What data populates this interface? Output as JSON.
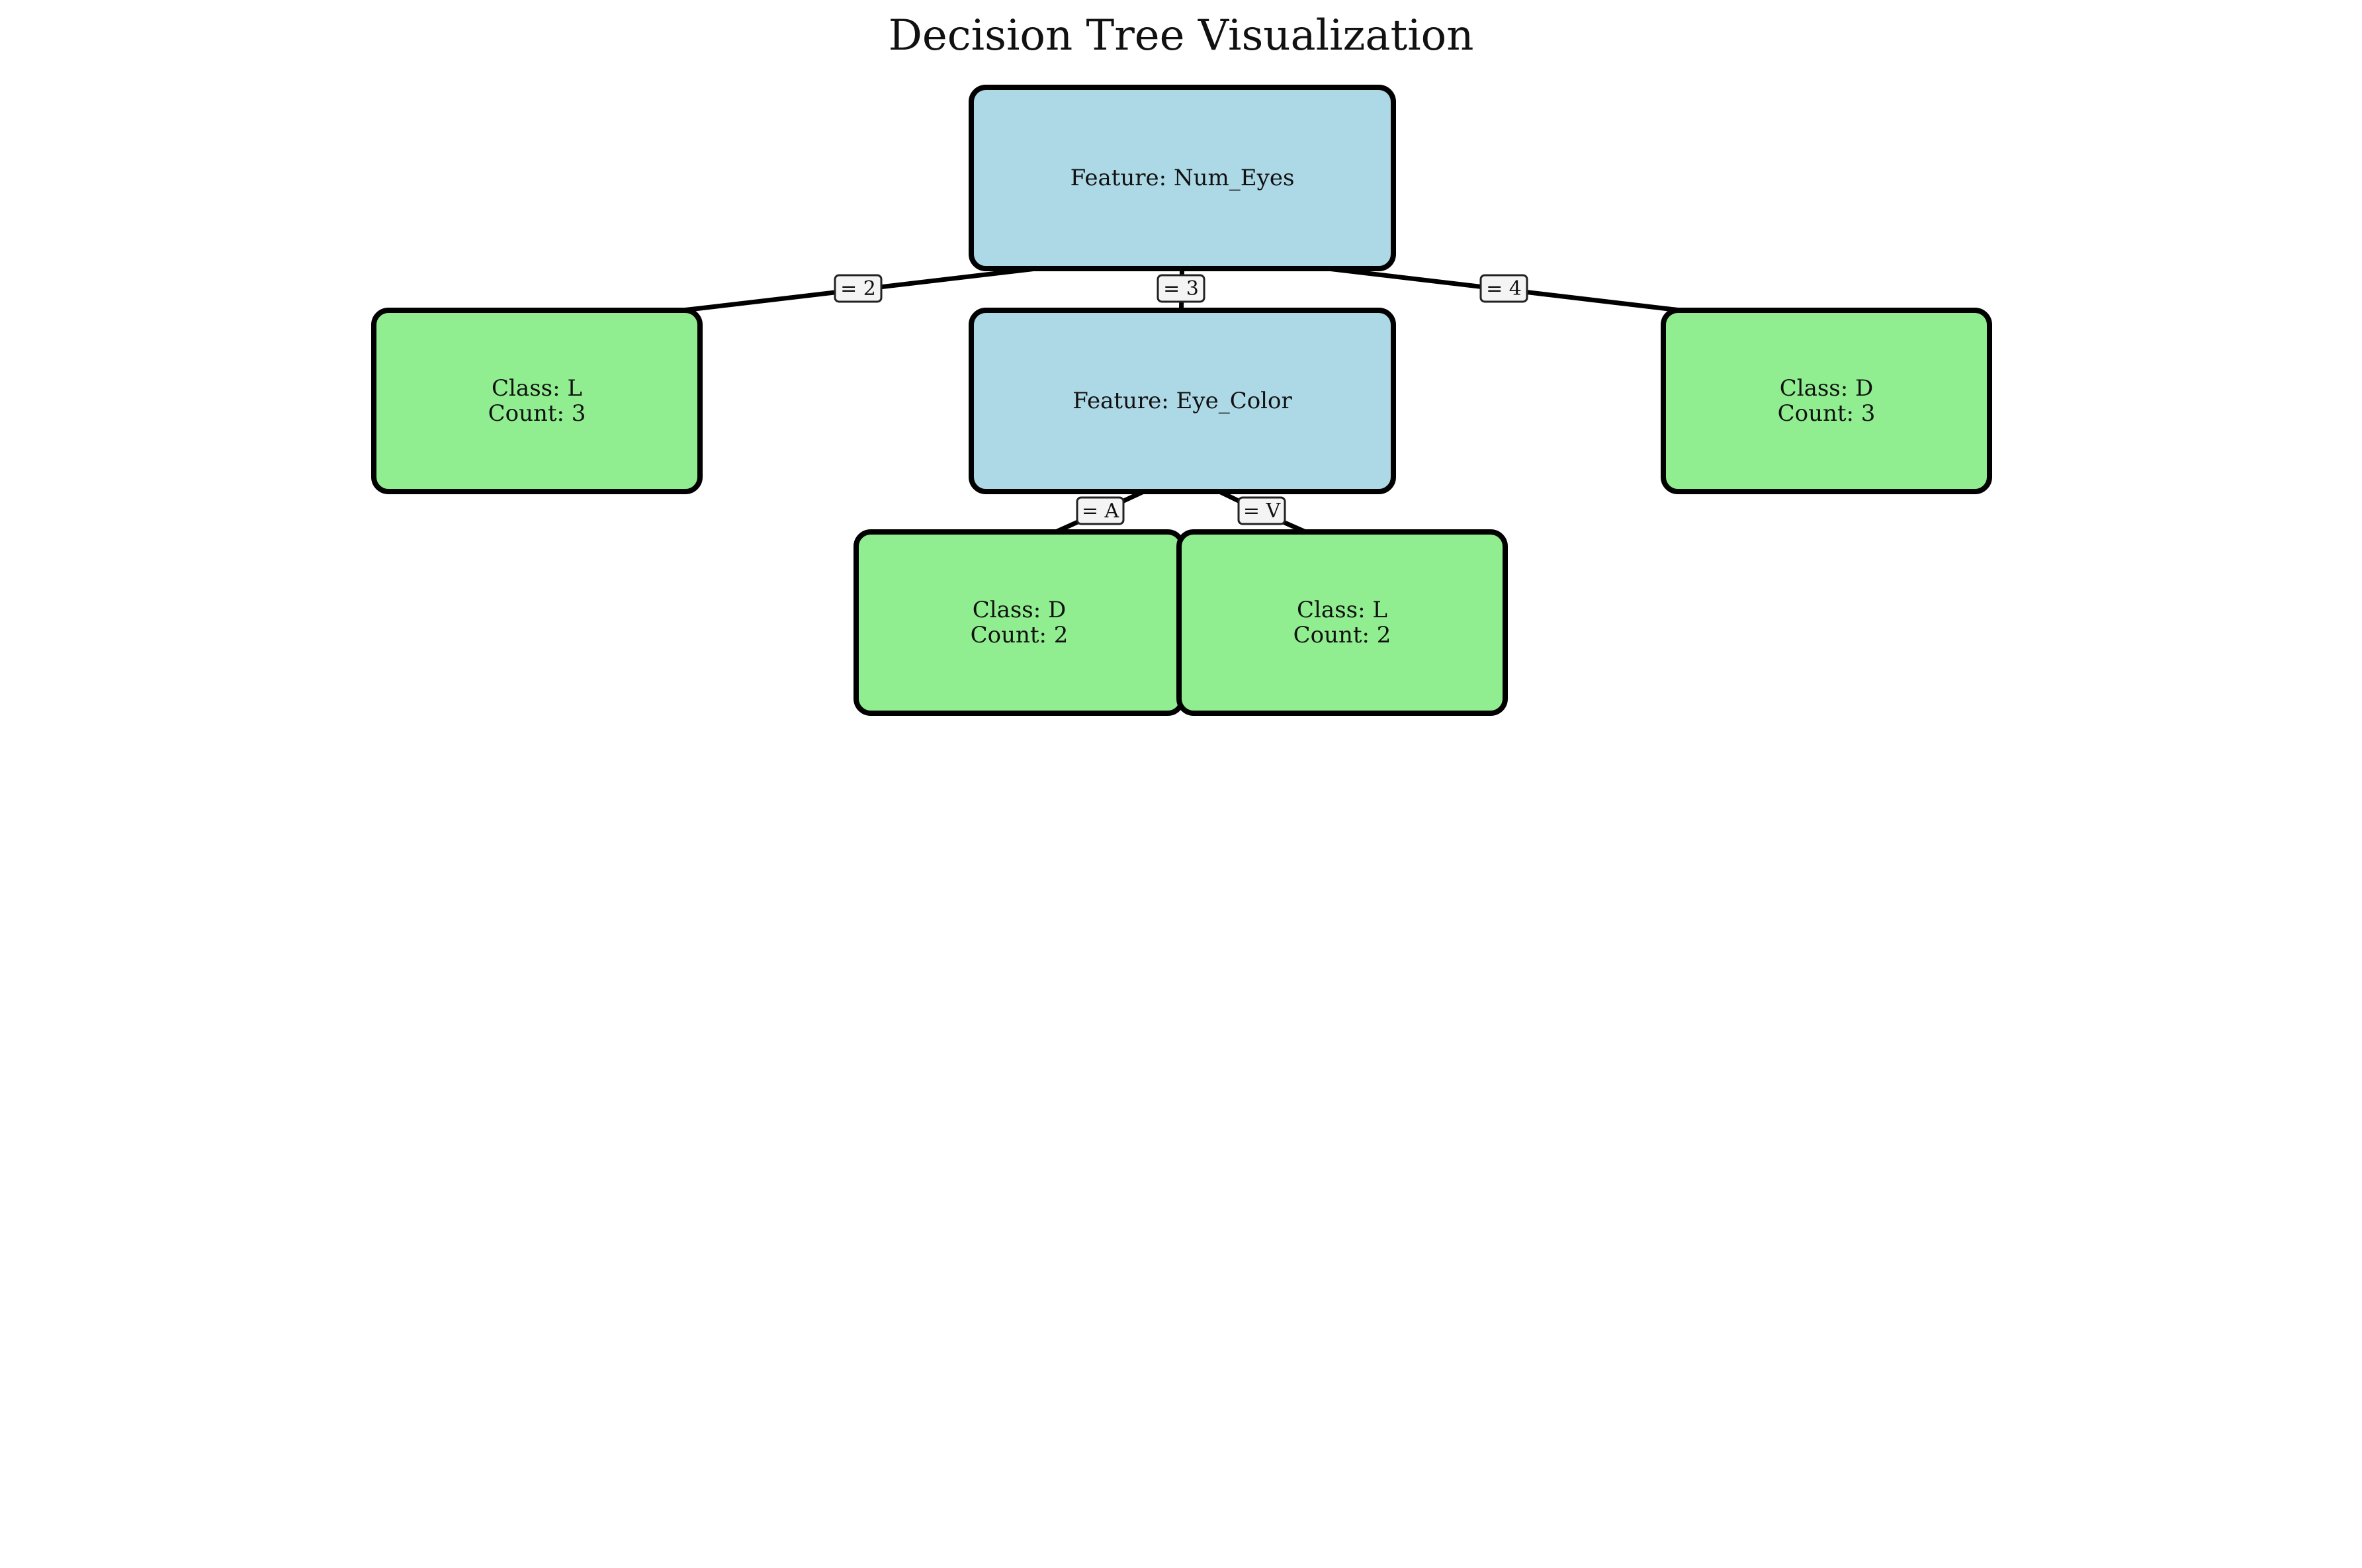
{
  "title": "Decision Tree Visualization",
  "colors": {
    "feature_node": "#add8e6",
    "leaf_node": "#90ee90"
  },
  "nodes": [
    {
      "id": "root",
      "kind": "feature",
      "lines": [
        "Feature: Num_Eyes"
      ]
    },
    {
      "id": "leaf-2",
      "kind": "leaf",
      "lines": [
        "Class: L",
        "Count: 3"
      ]
    },
    {
      "id": "eye-color",
      "kind": "feature",
      "lines": [
        "Feature: Eye_Color"
      ]
    },
    {
      "id": "leaf-4",
      "kind": "leaf",
      "lines": [
        "Class: D",
        "Count: 3"
      ]
    },
    {
      "id": "leaf-a",
      "kind": "leaf",
      "lines": [
        "Class: D",
        "Count: 2"
      ]
    },
    {
      "id": "leaf-v",
      "kind": "leaf",
      "lines": [
        "Class: L",
        "Count: 2"
      ]
    }
  ],
  "edges": [
    {
      "from": "root",
      "to": "leaf-2",
      "label": "= 2"
    },
    {
      "from": "root",
      "to": "eye-color",
      "label": "= 3"
    },
    {
      "from": "root",
      "to": "leaf-4",
      "label": "= 4"
    },
    {
      "from": "eye-color",
      "to": "leaf-a",
      "label": "= A"
    },
    {
      "from": "eye-color",
      "to": "leaf-v",
      "label": "= V"
    }
  ]
}
